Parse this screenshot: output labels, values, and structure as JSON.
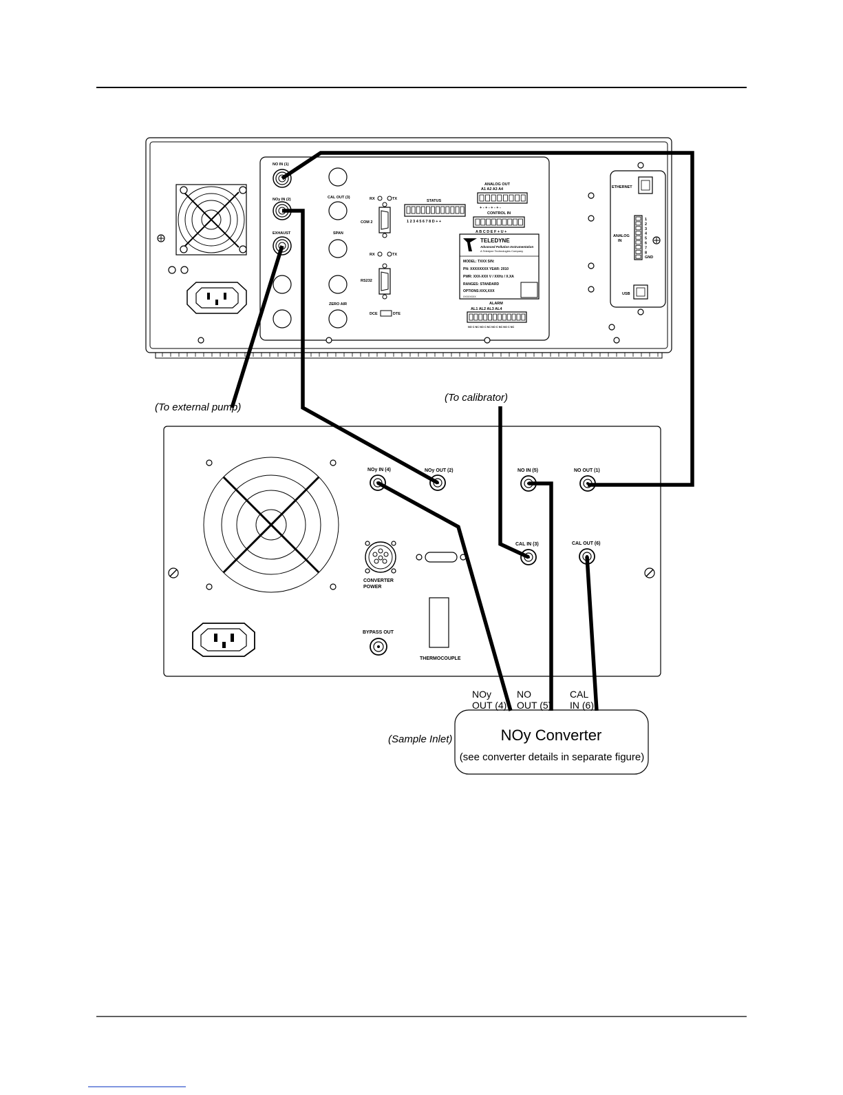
{
  "analyzer_panel": {
    "fittings": {
      "no_in": "NO IN (1)",
      "noy_in": "NOy IN (2)",
      "exhaust": "EXHAUST",
      "cal_out": "CAL OUT (3)",
      "span": "SPAN",
      "zero_air": "ZERO AIR"
    },
    "com2": {
      "label": "COM 2",
      "rx": "RX",
      "tx": "TX"
    },
    "rs232": {
      "label": "RS232",
      "rx": "RX",
      "tx": "TX",
      "dce": "DCE",
      "dte": "DTE"
    },
    "status": {
      "label": "STATUS",
      "pins": "1 2 3 4 5 6 7 8 D  +  +"
    },
    "analog_out": {
      "label": "ANALOG OUT",
      "channels": "A1   A2   A3   A4",
      "pins": "+ -  + -  + -  + -"
    },
    "control_in": {
      "label": "CONTROL IN",
      "pins": "A B C D E F  +  U  +"
    },
    "alarm": {
      "label": "ALARM",
      "channels": "AL1    AL2    AL3    AL4",
      "pins": "NO C NC NO C NC NO C NC NO C NC"
    },
    "nameplate": {
      "brand": "TELEDYNE",
      "subtitle": "Advanced Pollution Instrumentation",
      "company": "A Teledyne Technologies Company",
      "model_line": "MODEL:  TXXX     S/N:",
      "pn_line": "PN:  XXXXXXXX       YEAR:  2010",
      "pwr_line": "PWR:  XXX-XXX V / XXHz / X.XA",
      "ranges_line": "RANGES:   STANDARD",
      "options_line": "OPTIONS:XXX,XXX",
      "code_line": "XXXXXXXX"
    },
    "ethernet": "ETHERNET",
    "analog_in": {
      "label": "ANALOG IN",
      "pins": [
        "1",
        "2",
        "3",
        "4",
        "5",
        "6",
        "7",
        "8",
        "GND"
      ]
    },
    "usb": "USB"
  },
  "converter_panel": {
    "noy_in": "NOy IN (4)",
    "noy_out": "NOy OUT (2)",
    "no_in": "NO IN (5)",
    "no_out": "NO OUT (1)",
    "cal_in": "CAL IN (3)",
    "cal_out": "CAL OUT (6)",
    "converter_power": [
      "CONVERTER",
      "POWER"
    ],
    "bypass_out": "BYPASS OUT",
    "thermocouple": "THERMOCOUPLE"
  },
  "annotations": {
    "to_external_pump": "(To external pump)",
    "to_calibrator": "(To calibrator)",
    "sample_inlet": "(Sample Inlet)"
  },
  "noy_converter_box": {
    "title": "NOy Converter",
    "subtitle": "(see converter details in separate figure)",
    "ports": [
      {
        "line1": "NOy",
        "line2": "OUT (4)"
      },
      {
        "line1": "NO",
        "line2": "OUT (5)"
      },
      {
        "line1": "CAL",
        "line2": "IN (6)"
      }
    ]
  }
}
